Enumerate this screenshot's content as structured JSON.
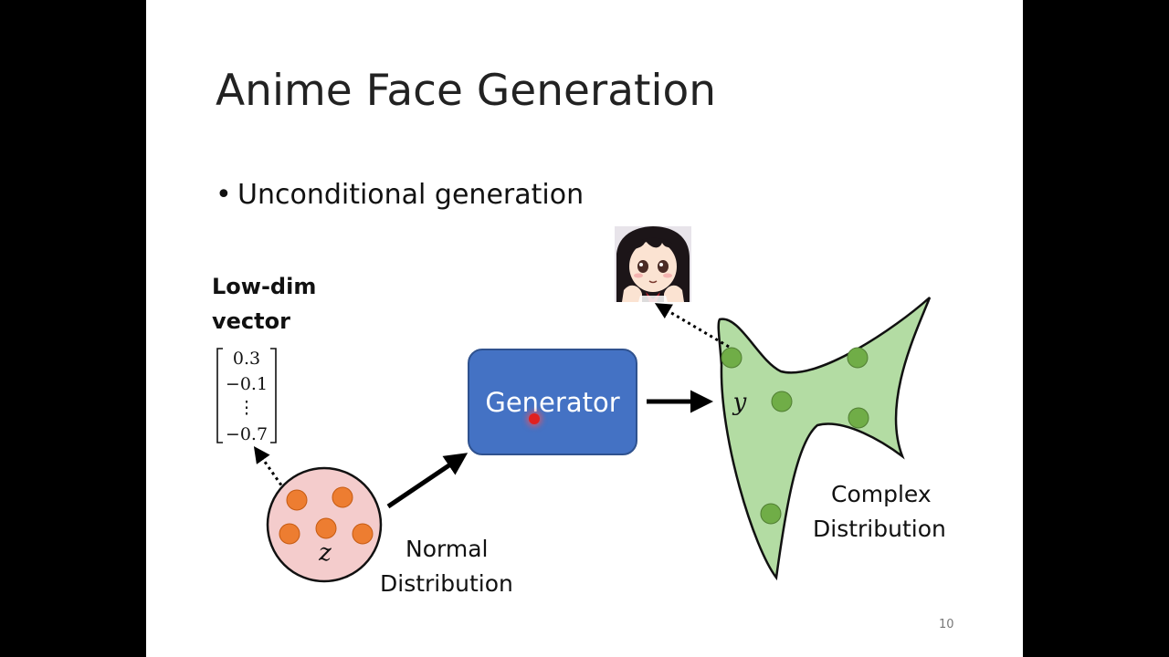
{
  "slide": {
    "title": "Anime Face Generation",
    "bullet": "Unconditional generation",
    "page_number": "10"
  },
  "diagram": {
    "vector_label_line1": "Low-dim",
    "vector_label_line2": "vector",
    "vector_values": [
      "0.3",
      "−0.1",
      "⋮",
      "−0.7"
    ],
    "z_symbol": "z",
    "y_symbol": "y",
    "generator_label": "Generator",
    "normal_line1": "Normal",
    "normal_line2": "Distribution",
    "complex_line1": "Complex",
    "complex_line2": "Distribution"
  },
  "colors": {
    "generator_fill": "#4472c4",
    "normal_fill": "#f4cccc",
    "normal_dot": "#ed7d31",
    "complex_fill": "#b3dca3",
    "complex_dot": "#70ad47"
  },
  "icons": {
    "anime_face": "anime-face-icon",
    "pointer": "laser-pointer-icon"
  }
}
